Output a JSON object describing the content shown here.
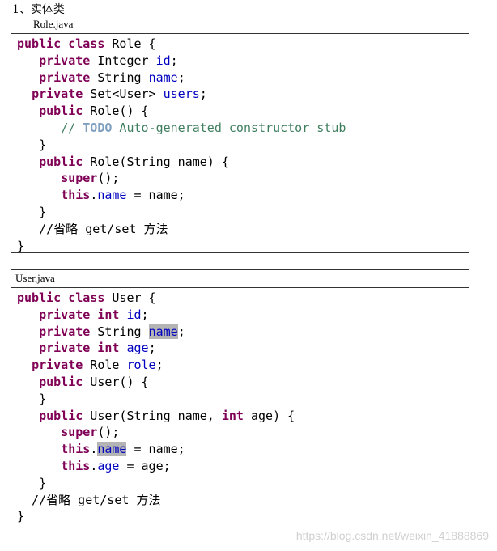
{
  "heading": "1、实体类",
  "files": {
    "role": {
      "name": "Role.java",
      "lines": [
        [
          {
            "t": "public class",
            "c": "kw"
          },
          {
            "t": " Role {"
          }
        ],
        [
          {
            "t": "   "
          },
          {
            "t": "private",
            "c": "kw"
          },
          {
            "t": " Integer "
          },
          {
            "t": "id",
            "c": "fld"
          },
          {
            "t": ";"
          }
        ],
        [
          {
            "t": "   "
          },
          {
            "t": "private",
            "c": "kw"
          },
          {
            "t": " String "
          },
          {
            "t": "name",
            "c": "fld"
          },
          {
            "t": ";"
          }
        ],
        [
          {
            "t": "  "
          },
          {
            "t": "private",
            "c": "kw"
          },
          {
            "t": " Set<User> "
          },
          {
            "t": "users",
            "c": "fld"
          },
          {
            "t": ";"
          }
        ],
        [
          {
            "t": "   "
          },
          {
            "t": "public",
            "c": "kw"
          },
          {
            "t": " Role() {"
          }
        ],
        [
          {
            "t": "      "
          },
          {
            "t": "// ",
            "c": "cmt"
          },
          {
            "t": "TODO",
            "c": "todo"
          },
          {
            "t": " Auto-generated constructor stub",
            "c": "cmt"
          }
        ],
        [
          {
            "t": "   }"
          }
        ],
        [
          {
            "t": "   "
          },
          {
            "t": "public",
            "c": "kw"
          },
          {
            "t": " Role(String name) {"
          }
        ],
        [
          {
            "t": "      "
          },
          {
            "t": "super",
            "c": "kw"
          },
          {
            "t": "();"
          }
        ],
        [
          {
            "t": "      "
          },
          {
            "t": "this",
            "c": "kw"
          },
          {
            "t": "."
          },
          {
            "t": "name",
            "c": "fld"
          },
          {
            "t": " = name;"
          }
        ],
        [
          {
            "t": "   }"
          }
        ],
        [
          {
            "t": "   //"
          },
          {
            "t": "省略",
            "c": "cn"
          },
          {
            "t": " get/set "
          },
          {
            "t": "方法",
            "c": "cn"
          }
        ],
        [
          {
            "t": "}"
          }
        ]
      ]
    },
    "user": {
      "name": "User.java",
      "lines": [
        [
          {
            "t": "public class",
            "c": "kw"
          },
          {
            "t": " User {"
          }
        ],
        [
          {
            "t": "   "
          },
          {
            "t": "private",
            "c": "kw"
          },
          {
            "t": " "
          },
          {
            "t": "int",
            "c": "kw"
          },
          {
            "t": " "
          },
          {
            "t": "id",
            "c": "fld"
          },
          {
            "t": ";"
          }
        ],
        [
          {
            "t": "   "
          },
          {
            "t": "private",
            "c": "kw"
          },
          {
            "t": " String "
          },
          {
            "t": "name",
            "c": "fld hl"
          },
          {
            "t": ";"
          }
        ],
        [
          {
            "t": "   "
          },
          {
            "t": "private",
            "c": "kw"
          },
          {
            "t": " "
          },
          {
            "t": "int",
            "c": "kw"
          },
          {
            "t": " "
          },
          {
            "t": "age",
            "c": "fld"
          },
          {
            "t": ";"
          }
        ],
        [
          {
            "t": "  "
          },
          {
            "t": "private",
            "c": "kw"
          },
          {
            "t": " Role "
          },
          {
            "t": "role",
            "c": "fld"
          },
          {
            "t": ";"
          }
        ],
        [
          {
            "t": "   "
          },
          {
            "t": "public",
            "c": "kw"
          },
          {
            "t": " User() {"
          }
        ],
        [
          {
            "t": "   }"
          }
        ],
        [
          {
            "t": "   "
          },
          {
            "t": "public",
            "c": "kw"
          },
          {
            "t": " User(String name, "
          },
          {
            "t": "int",
            "c": "kw"
          },
          {
            "t": " age) {"
          }
        ],
        [
          {
            "t": "      "
          },
          {
            "t": "super",
            "c": "kw"
          },
          {
            "t": "();"
          }
        ],
        [
          {
            "t": "      "
          },
          {
            "t": "this",
            "c": "kw"
          },
          {
            "t": "."
          },
          {
            "t": "name",
            "c": "fld hl"
          },
          {
            "t": " = name;"
          }
        ],
        [
          {
            "t": "      "
          },
          {
            "t": "this",
            "c": "kw"
          },
          {
            "t": "."
          },
          {
            "t": "age",
            "c": "fld"
          },
          {
            "t": " = age;"
          }
        ],
        [
          {
            "t": "   }"
          }
        ],
        [
          {
            "t": "  //"
          },
          {
            "t": "省略",
            "c": "cn"
          },
          {
            "t": " get/set "
          },
          {
            "t": "方法",
            "c": "cn"
          }
        ],
        [
          {
            "t": "}"
          }
        ]
      ]
    }
  },
  "watermark": "https://blog.csdn.net/weixin_41888869"
}
